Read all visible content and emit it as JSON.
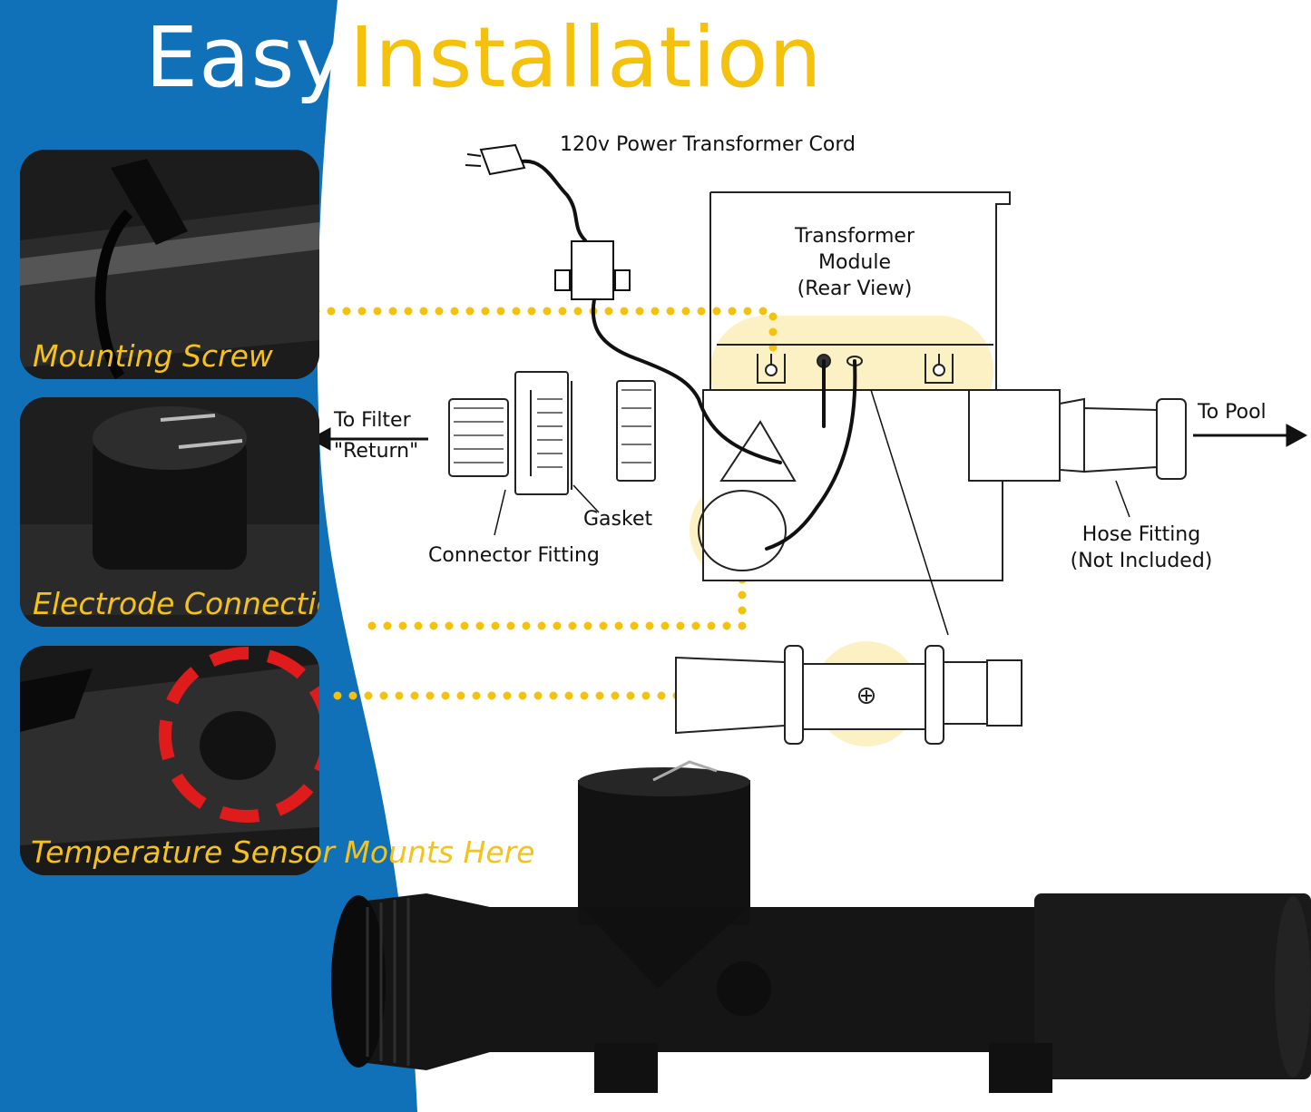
{
  "title": {
    "word1": "Easy",
    "word2": "Installation"
  },
  "panels": [
    {
      "label": "Mounting Screw"
    },
    {
      "label": "Electrode Connections"
    },
    {
      "label": "Temperature Sensor Mounts Here"
    }
  ],
  "diagram": {
    "power_cord": "120v Power Transformer Cord",
    "module_line1": "Transformer",
    "module_line2": "Module",
    "module_line3": "(Rear View)",
    "to_filter_line1": "To Filter",
    "to_filter_line2": "\"Return\"",
    "to_pool": "To Pool",
    "gasket": "Gasket",
    "connector_fitting": "Connector Fitting",
    "hose_fitting_line1": "Hose Fitting",
    "hose_fitting_line2": "(Not Included)"
  },
  "colors": {
    "brand_blue": "#1070b8",
    "accent_yellow": "#f4c20d",
    "highlight": "#fbf1c4"
  }
}
